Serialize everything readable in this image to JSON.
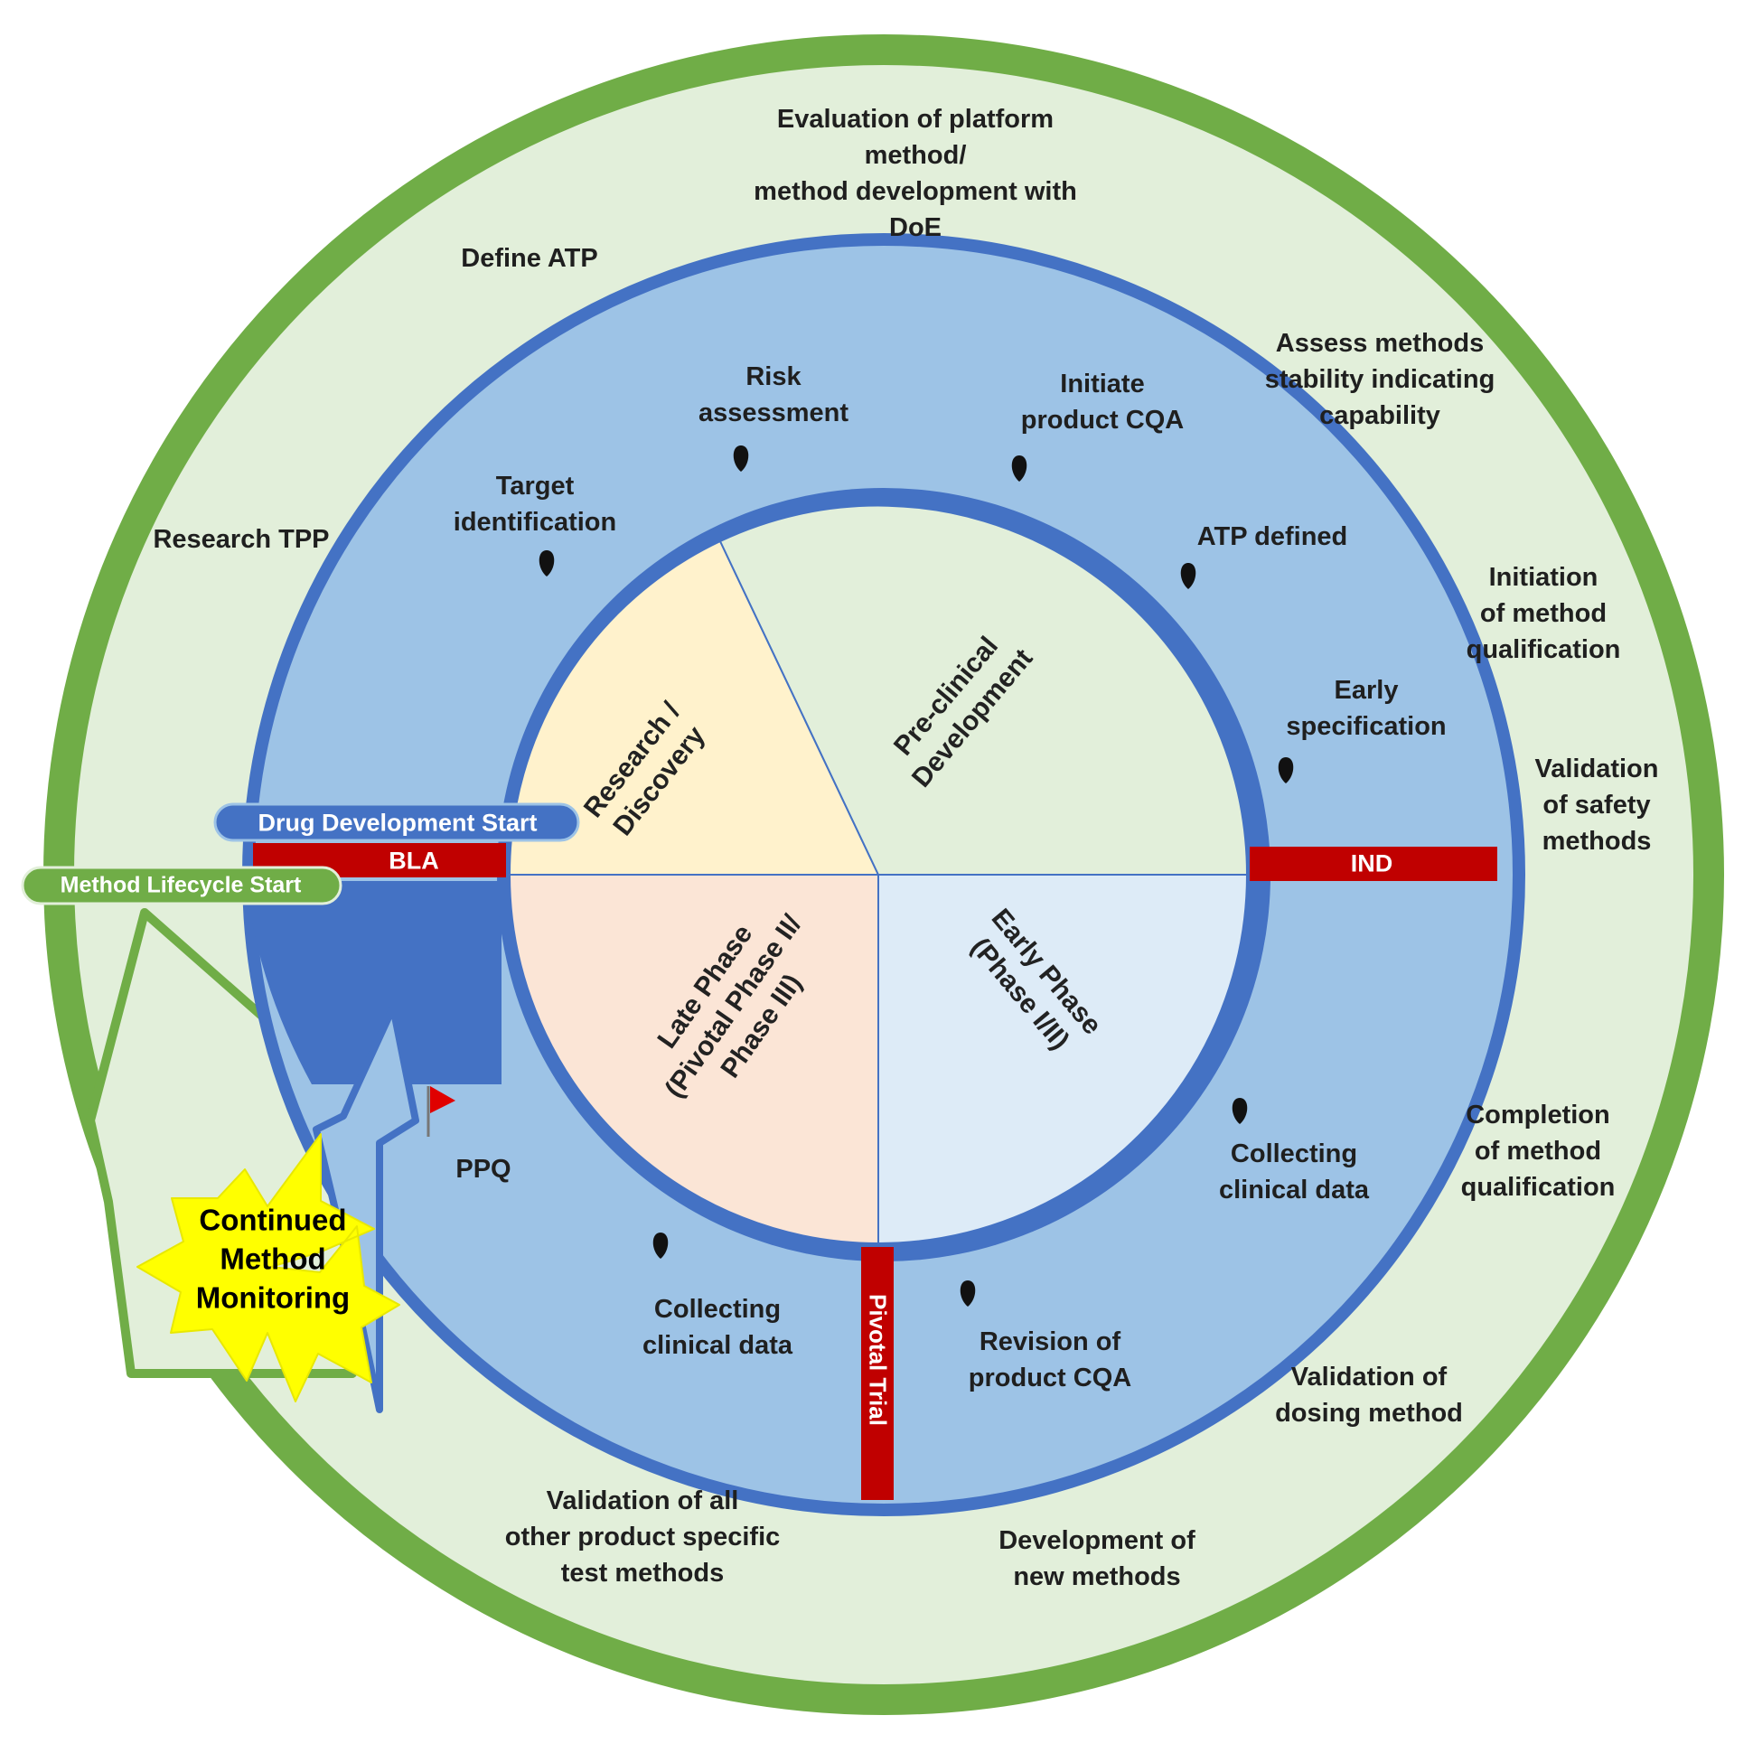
{
  "colors": {
    "outer_ring": "#70ad47",
    "outer_fill": "#e2efda",
    "middle_ring": "#9dc3e6",
    "ring_border": "#4472c4",
    "milestone_bar": "#c00000",
    "research": "#fff2cc",
    "preclinical": "#e2efda",
    "early_phase": "#ddebf7",
    "late_phase": "#fbe5d6",
    "burst": "#ffff00",
    "flag": "#e00000"
  },
  "quadrants": {
    "research": "Research /\nDiscovery",
    "preclinical": "Pre-clinical\nDevelopment",
    "early_phase": "Early Phase\n(Phase I/II)",
    "late_phase": "Late Phase\n(Pivotal Phase II/\nPhase III)"
  },
  "milestones": {
    "bla": "BLA",
    "ind": "IND",
    "pivotal_trial": "Pivotal Trial"
  },
  "starts": {
    "drug_development_start": "Drug Development Start",
    "method_lifecycle_start": "Method Lifecycle Start"
  },
  "drug_development_steps": {
    "target_identification": "Target\nidentification",
    "risk_assessment": "Risk\nassessment",
    "initiate_product_cqa": "Initiate\nproduct CQA",
    "atp_defined": "ATP defined",
    "early_specification": "Early\nspecification",
    "collecting_clinical_data_early": "Collecting\nclinical data",
    "revision_of_product_cqa": "Revision of\nproduct CQA",
    "collecting_clinical_data_late": "Collecting\nclinical data",
    "ppq": "PPQ"
  },
  "method_lifecycle_steps": {
    "research_tpp": "Research TPP",
    "define_atp": "Define ATP",
    "evaluation_platform": "Evaluation of platform\nmethod/\nmethod development with\nDoE",
    "assess_methods": "Assess methods\nstability indicating\ncapability",
    "initiation_qualification": "Initiation\nof method\nqualification",
    "validation_safety": "Validation\nof safety\nmethods",
    "completion_qualification": "Completion\nof method\nqualification",
    "validation_dosing": "Validation of\ndosing method",
    "development_new_methods": "Development of\nnew methods",
    "validation_all_other": "Validation of all\nother product specific\ntest methods"
  },
  "continued_monitoring": "Continued\nMethod\nMonitoring",
  "icons": {
    "milestone_marker": "map-pin-icon",
    "ppq_marker": "red-flag-icon"
  }
}
